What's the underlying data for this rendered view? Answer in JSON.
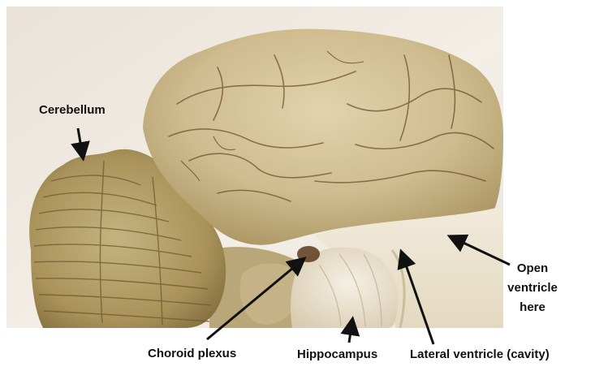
{
  "labels": {
    "cerebellum": "Cerebellum",
    "open_ventricle_line1": "Open",
    "open_ventricle_line2": "ventricle",
    "open_ventricle_line3": "here",
    "choroid_plexus": "Choroid plexus",
    "hippocampus": "Hippocampus",
    "lateral_ventricle": "Lateral ventricle (cavity)"
  },
  "colors": {
    "background": "#ffffff",
    "tissue": "#c9b68a",
    "white_matter": "#eee6d2",
    "label_text": "#111111",
    "arrow": "#111111"
  }
}
